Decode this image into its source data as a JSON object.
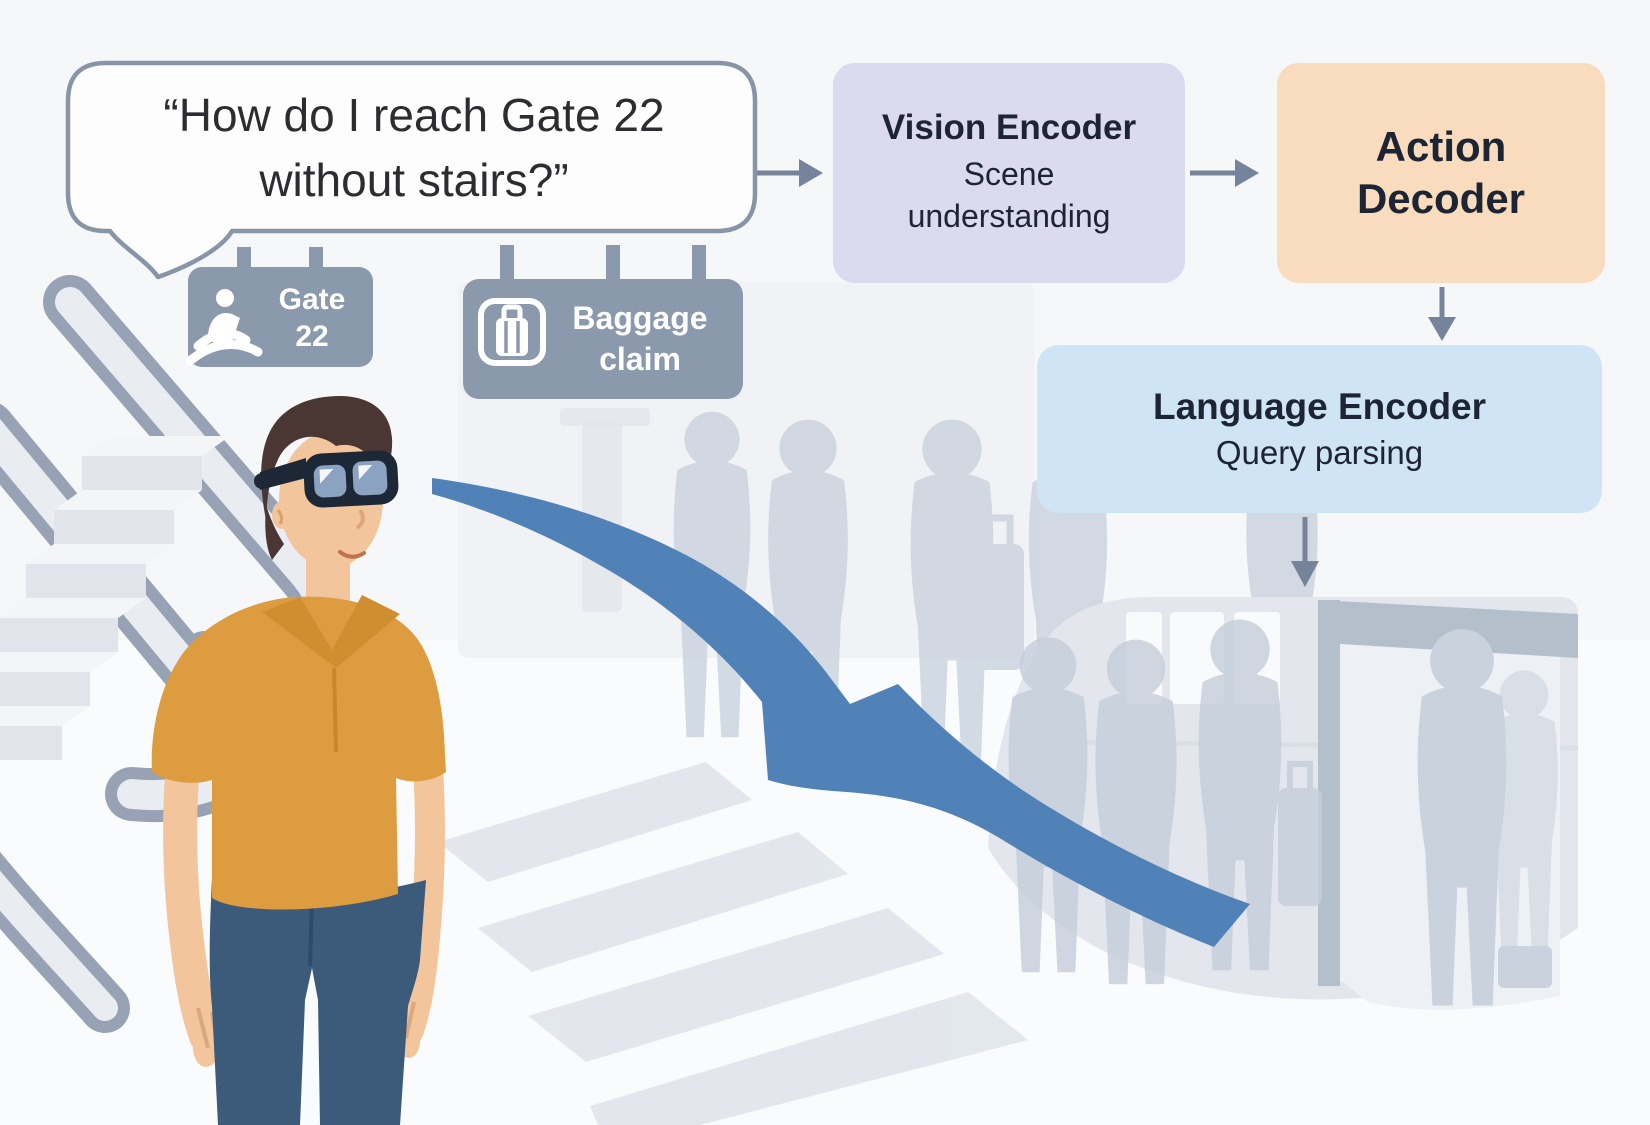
{
  "speech_bubble": {
    "line1": "“How do I reach Gate 22",
    "line2": "without stairs?”"
  },
  "signs": {
    "gate": {
      "icon": "escalator-icon",
      "line1": "Gate",
      "line2": "22"
    },
    "baggage": {
      "icon": "suitcase-icon",
      "line1": "Baggage",
      "line2": "claim"
    }
  },
  "pipeline": {
    "vision_encoder": {
      "title": "Vision Encoder",
      "subtitle": "Scene understanding"
    },
    "action_decoder": {
      "title": "Action Decoder"
    },
    "language_encoder": {
      "title": "Language Encoder",
      "subtitle": "Query parsing"
    }
  },
  "colors": {
    "vision_box": "#dcdaef",
    "action_box": "#f8dcbd",
    "language_box": "#cfe4f5",
    "swoosh_blue": "#5182b7",
    "sign_gray": "#8b99ac",
    "connector_gray": "#76849b",
    "shirt_orange": "#dd9c40",
    "pants_navy": "#3c5a7a",
    "bubble_border": "#8795a7"
  }
}
